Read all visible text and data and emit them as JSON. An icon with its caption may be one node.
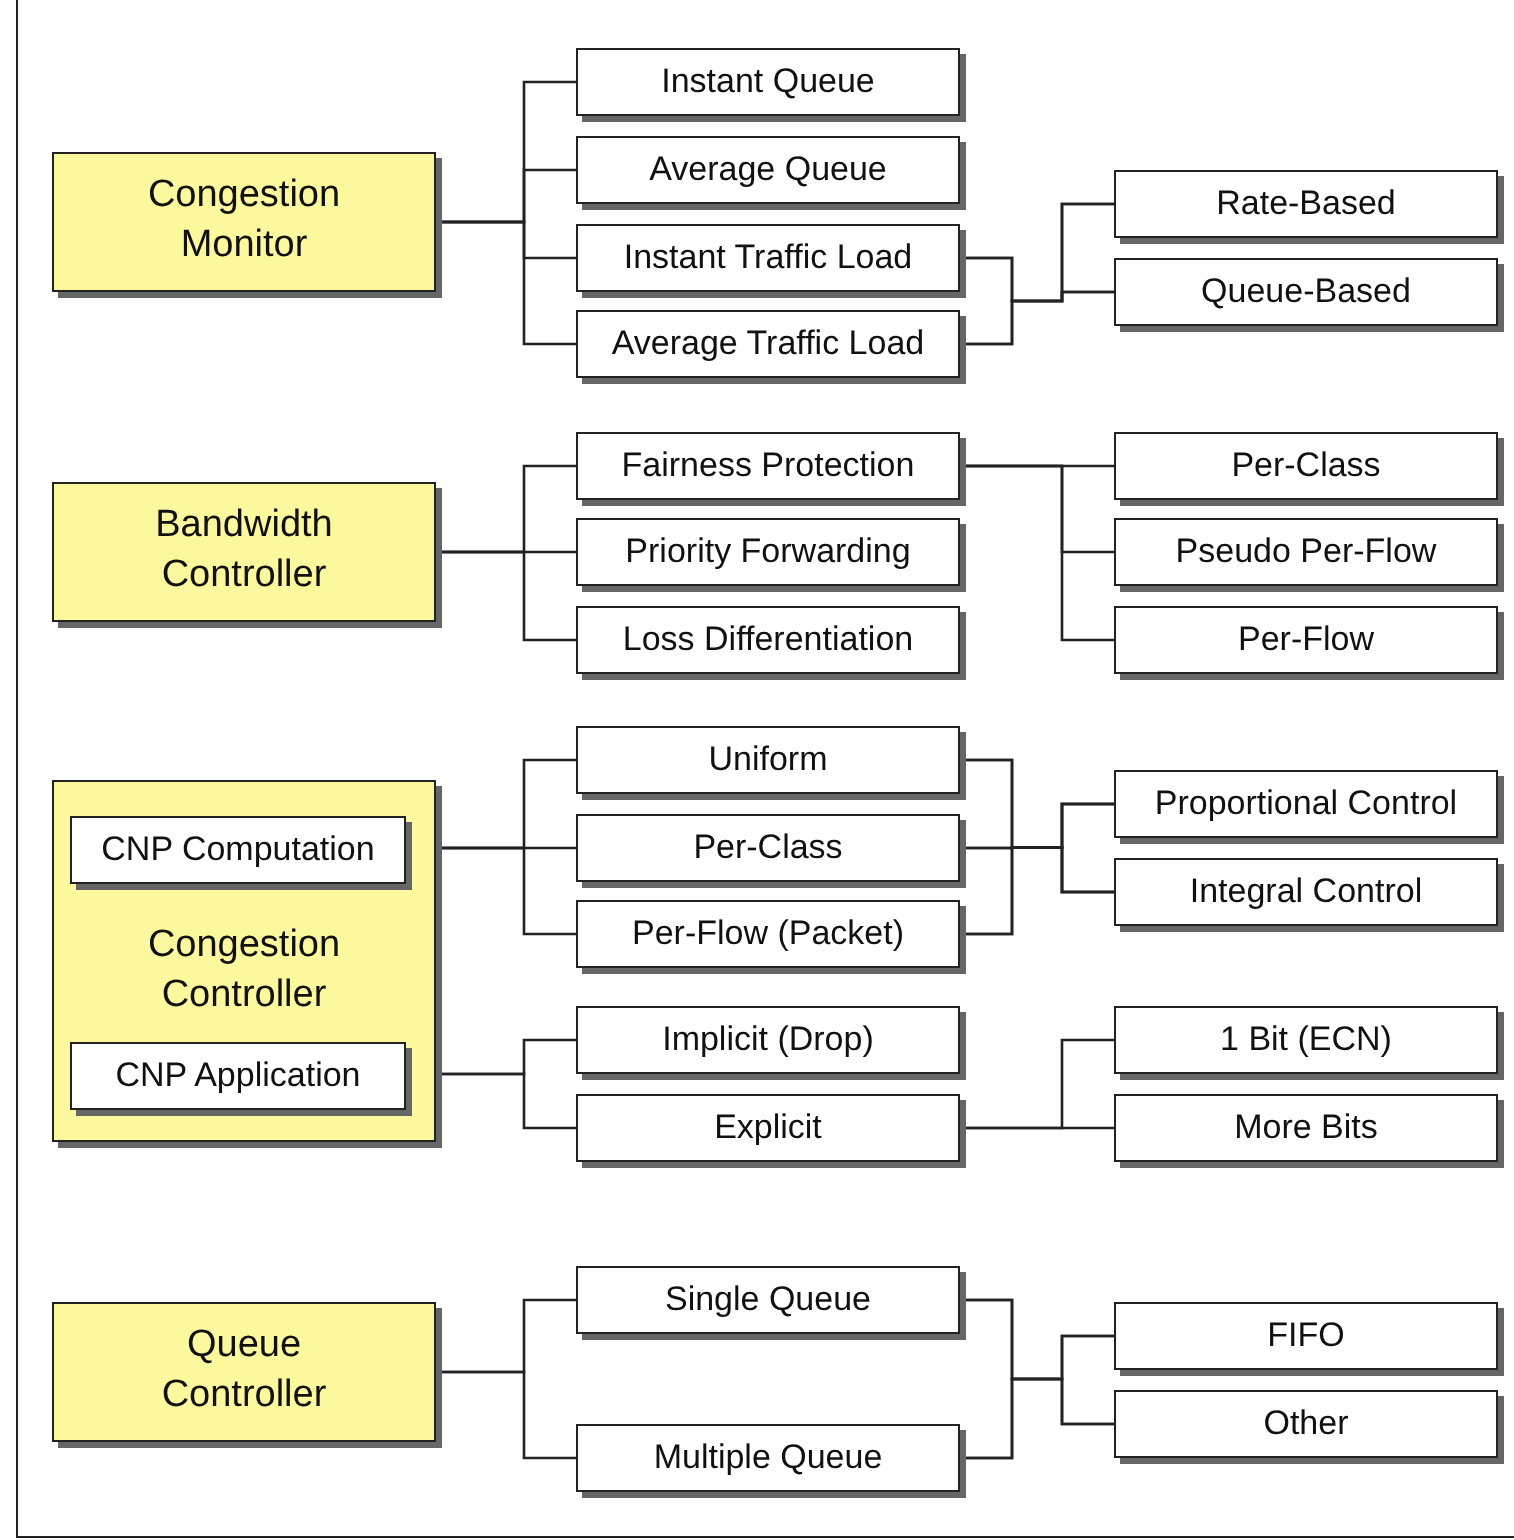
{
  "diagram": {
    "nodes": [
      {
        "text": [
          "Congestion Monitor"
        ]
      },
      {
        "text": [
          "Instant Queue"
        ]
      },
      {
        "text": [
          "Average Queue"
        ]
      },
      {
        "text": [
          "Instant Traffic Load"
        ]
      },
      {
        "text": [
          "Average Traffic Load"
        ]
      },
      {
        "text": [
          "Rate-Based"
        ]
      },
      {
        "text": [
          "Queue-Based"
        ]
      },
      {
        "text": [
          "Bandwidth Controller"
        ]
      },
      {
        "text": [
          "Fairness Protection"
        ]
      },
      {
        "text": [
          "Priority Forwarding"
        ]
      },
      {
        "text": [
          "Loss Differentiation"
        ]
      },
      {
        "text": [
          "Per-Class"
        ]
      },
      {
        "text": [
          "Pseudo Per-Flow"
        ]
      },
      {
        "text": [
          "Per-Flow"
        ]
      },
      {
        "text": [
          "Congestion Controller"
        ]
      },
      {
        "text": [
          "CNP Computation"
        ],
        "in": 14
      },
      {
        "text": [
          "CNP Application"
        ],
        "in": 14
      },
      {
        "text": [
          "Uniform"
        ]
      },
      {
        "text": [
          "Per-Class"
        ]
      },
      {
        "text": [
          "Per-Flow (Packet)"
        ]
      },
      {
        "text": [
          "Proportional Control"
        ]
      },
      {
        "text": [
          "Integral Control"
        ]
      },
      {
        "text": [
          "Implicit (Drop)"
        ]
      },
      {
        "text": [
          "Explicit"
        ]
      },
      {
        "text": [
          "1 Bit (ECN)"
        ]
      },
      {
        "text": [
          "More Bits"
        ]
      },
      {
        "text": [
          "Queue Controller"
        ]
      },
      {
        "text": [
          "Single Queue"
        ]
      },
      {
        "text": [
          "Multiple Queue"
        ]
      },
      {
        "text": [
          "FIFO"
        ]
      },
      {
        "text": [
          "Other"
        ]
      }
    ],
    "edges": [
      {
        "from": 0,
        "to": 1,
        "arrow": "none"
      },
      {
        "from": 0,
        "to": 2,
        "arrow": "none"
      },
      {
        "from": 0,
        "to": 3,
        "arrow": "none"
      },
      {
        "from": 0,
        "to": 4,
        "arrow": "none"
      },
      {
        "from": 3,
        "to": 5,
        "arrow": "none"
      },
      {
        "from": 3,
        "to": 6,
        "arrow": "none"
      },
      {
        "from": 4,
        "to": 5,
        "arrow": "none"
      },
      {
        "from": 4,
        "to": 6,
        "arrow": "none"
      },
      {
        "from": 7,
        "to": 8,
        "arrow": "none"
      },
      {
        "from": 7,
        "to": 9,
        "arrow": "none"
      },
      {
        "from": 7,
        "to": 10,
        "arrow": "none"
      },
      {
        "from": 8,
        "to": 11,
        "arrow": "none"
      },
      {
        "from": 8,
        "to": 12,
        "arrow": "none"
      },
      {
        "from": 8,
        "to": 13,
        "arrow": "none"
      },
      {
        "from": 15,
        "to": 17,
        "arrow": "none"
      },
      {
        "from": 15,
        "to": 18,
        "arrow": "none"
      },
      {
        "from": 15,
        "to": 19,
        "arrow": "none"
      },
      {
        "from": 17,
        "to": 20,
        "arrow": "none"
      },
      {
        "from": 17,
        "to": 21,
        "arrow": "none"
      },
      {
        "from": 18,
        "to": 20,
        "arrow": "none"
      },
      {
        "from": 18,
        "to": 21,
        "arrow": "none"
      },
      {
        "from": 19,
        "to": 20,
        "arrow": "none"
      },
      {
        "from": 19,
        "to": 21,
        "arrow": "none"
      },
      {
        "from": 16,
        "to": 22,
        "arrow": "none"
      },
      {
        "from": 16,
        "to": 23,
        "arrow": "none"
      },
      {
        "from": 23,
        "to": 24,
        "arrow": "none"
      },
      {
        "from": 23,
        "to": 25,
        "arrow": "none"
      },
      {
        "from": 26,
        "to": 27,
        "arrow": "none"
      },
      {
        "from": 26,
        "to": 28,
        "arrow": "none"
      },
      {
        "from": 27,
        "to": 29,
        "arrow": "none"
      },
      {
        "from": 27,
        "to": 30,
        "arrow": "none"
      },
      {
        "from": 28,
        "to": 29,
        "arrow": "none"
      },
      {
        "from": 28,
        "to": 30,
        "arrow": "none"
      }
    ]
  }
}
